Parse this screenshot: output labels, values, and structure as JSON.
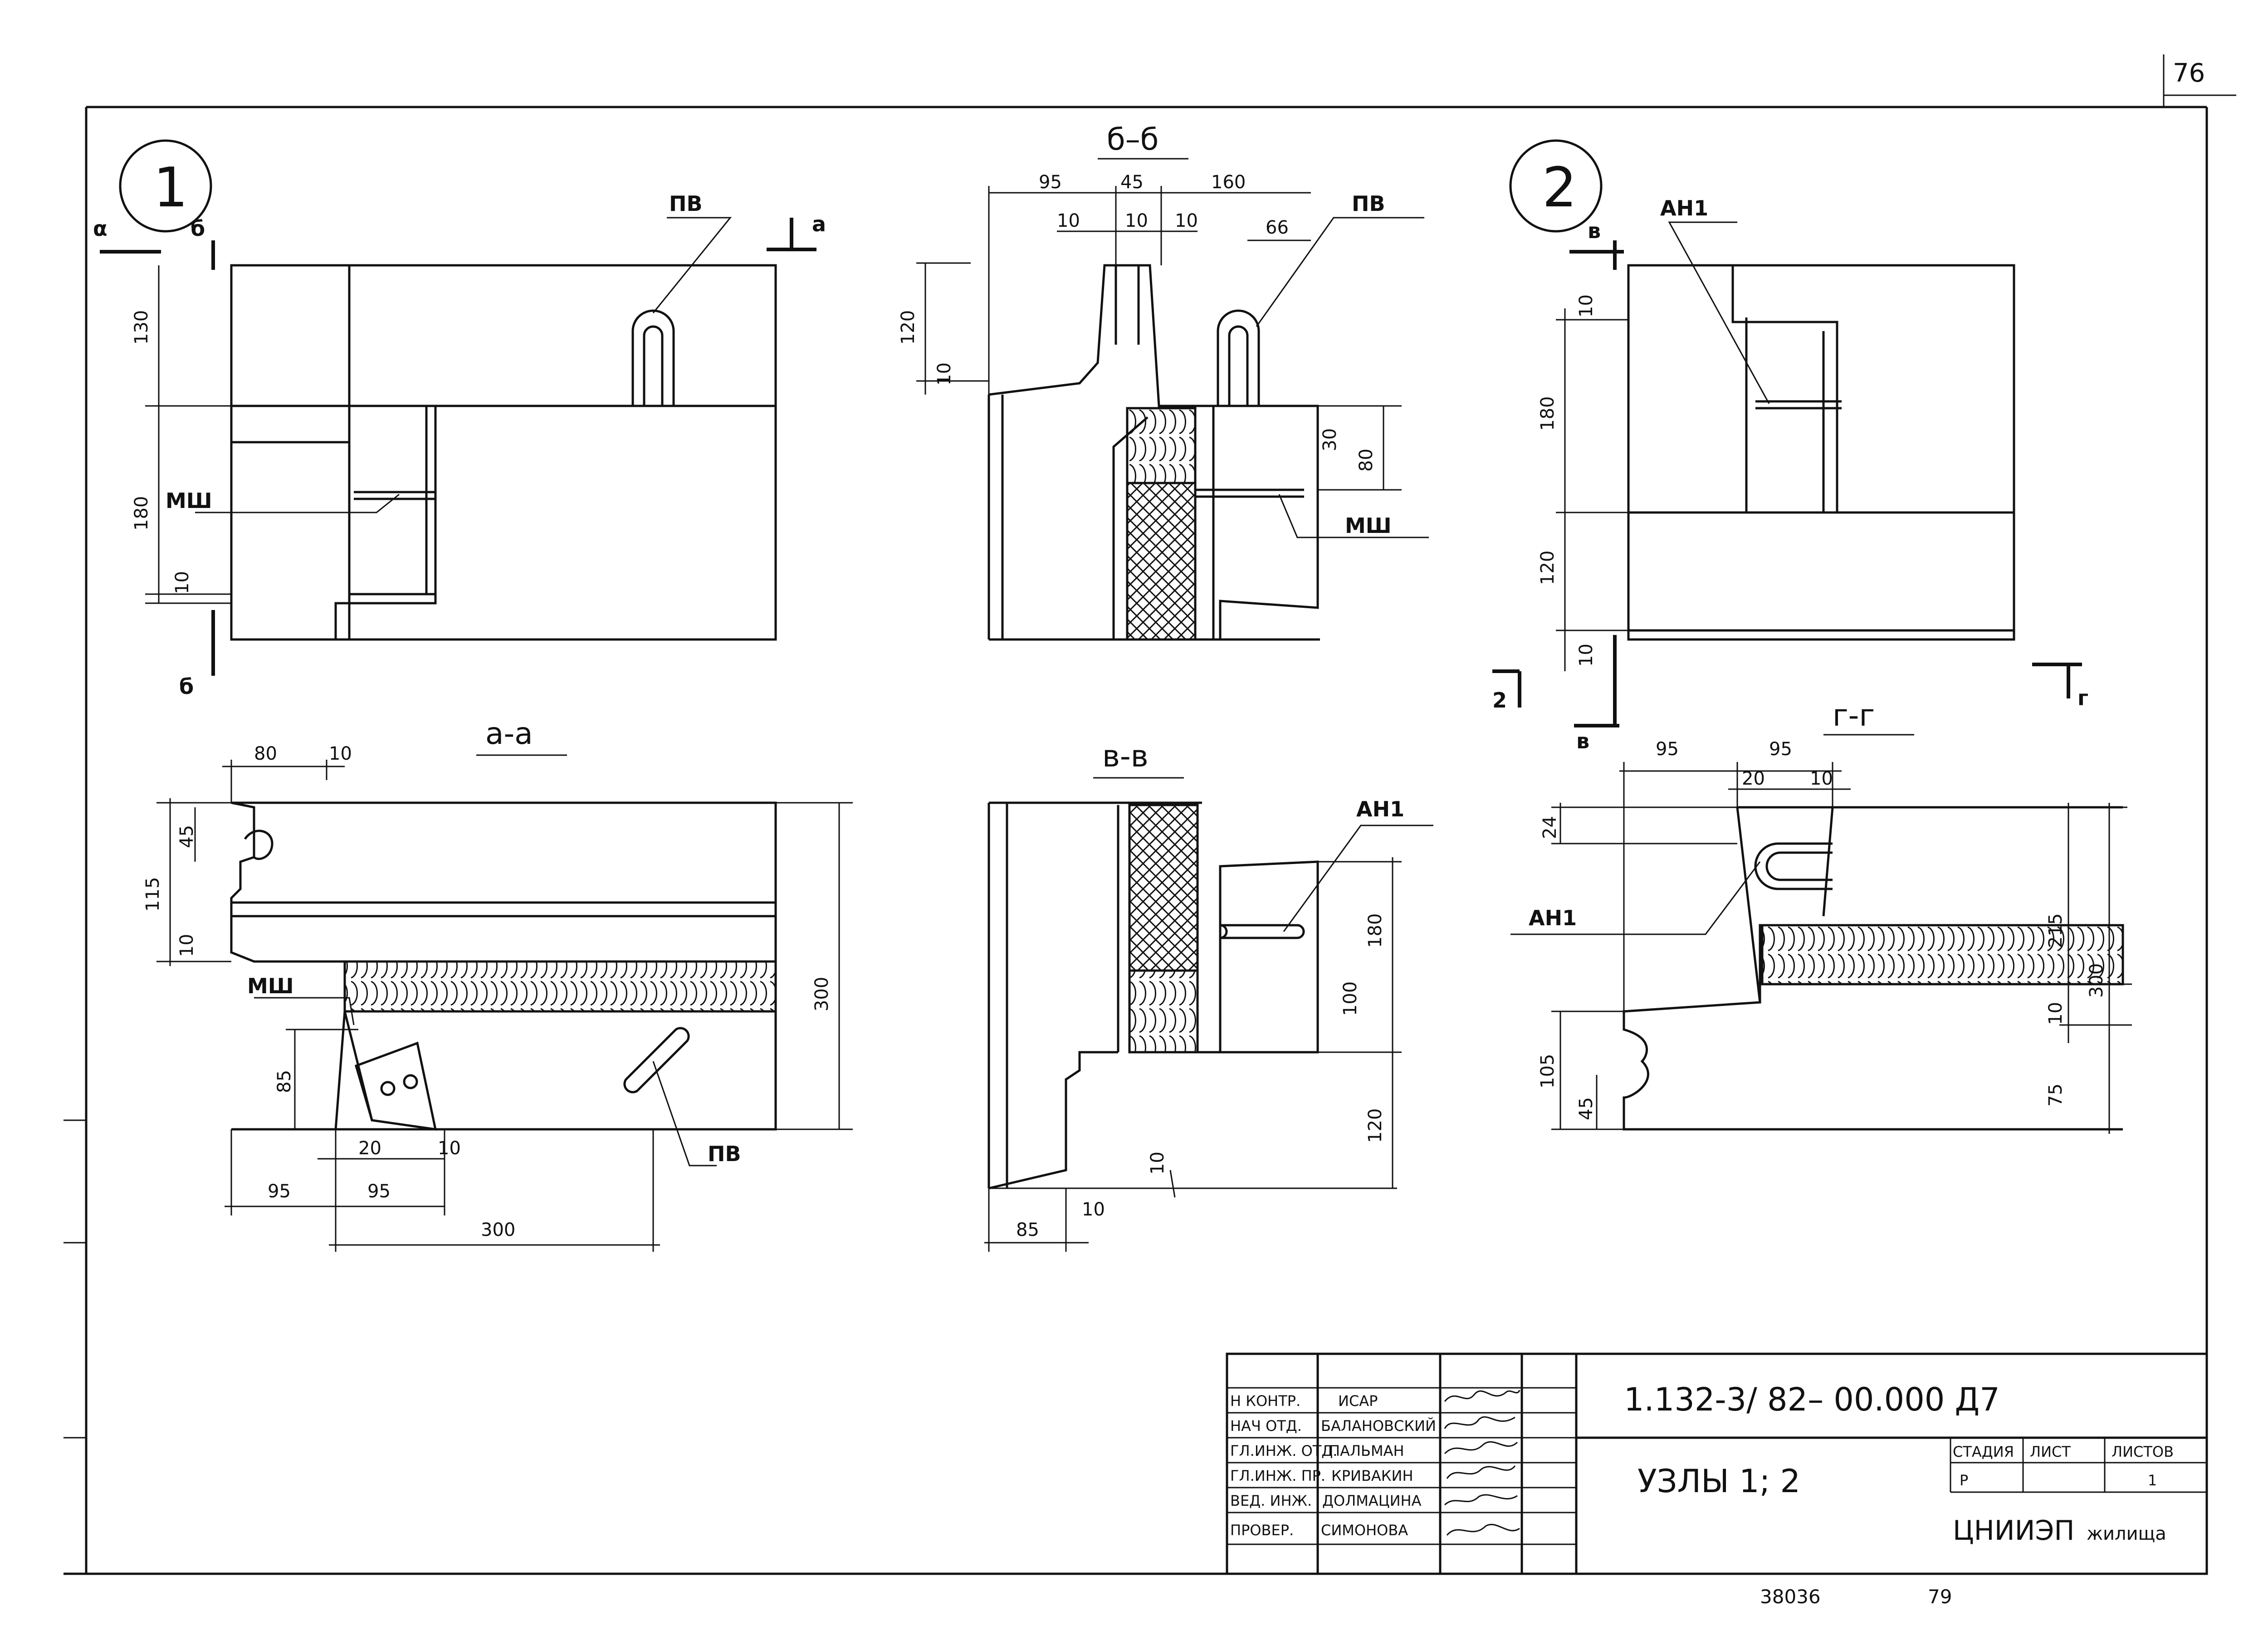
{
  "sheet": {
    "page_number": "76"
  },
  "node1": {
    "number": "1",
    "markers": {
      "left_a": "α",
      "left_b": "б",
      "right_a": "а",
      "bottom_b": "б"
    },
    "labels": {
      "pv": "ПВ",
      "msh": "МШ"
    },
    "dims": {
      "d130": "130",
      "d180": "180",
      "d10": "10"
    }
  },
  "section_bb": {
    "title": "б–б",
    "labels": {
      "pv": "ПВ",
      "msh": "МШ"
    },
    "dims": {
      "d95": "95",
      "d45": "45",
      "d160": "160",
      "d10a": "10",
      "d10b": "10",
      "d10c": "10",
      "d66": "66",
      "d120": "120",
      "d10d": "10",
      "d30": "30",
      "d80": "80"
    }
  },
  "node2": {
    "number": "2",
    "markers": {
      "top_v": "в",
      "bottom_v": "в",
      "left_g": "2",
      "right_g": "г"
    },
    "labels": {
      "an1": "АН1"
    },
    "dims": {
      "d10a": "10",
      "d180": "180",
      "d120": "120",
      "d10b": "10"
    }
  },
  "section_aa": {
    "title": "а-а",
    "labels": {
      "msh": "МШ",
      "pv": "ПВ"
    },
    "dims": {
      "d80": "80",
      "d10": "10",
      "d45": "45",
      "d115": "115",
      "d10b": "10",
      "d300v": "300",
      "d85": "85",
      "d20": "20",
      "d10c": "10",
      "d95a": "95",
      "d95b": "95",
      "d300h": "300"
    }
  },
  "section_vv": {
    "title": "в-в",
    "labels": {
      "an1": "АН1"
    },
    "dims": {
      "d180": "180",
      "d100": "100",
      "d120": "120",
      "d10a": "10",
      "d85": "85",
      "d10b": "10"
    }
  },
  "section_gg": {
    "title": "г-г",
    "labels": {
      "an1": "АН1"
    },
    "dims": {
      "d95a": "95",
      "d95b": "95",
      "d20": "20",
      "d10": "10",
      "d24": "24",
      "d215": "215",
      "d300": "300",
      "d10b": "10",
      "d105": "105",
      "d45": "45",
      "d75": "75"
    }
  },
  "title_block": {
    "roles": [
      "Н КОНТР.",
      "НАЧ ОТД.",
      "ГЛ.ИНЖ. ОТД.",
      "ГЛ.ИНЖ. ПР.",
      "ВЕД. ИНЖ.",
      "ПРОВЕР."
    ],
    "names": [
      "ИСАР",
      "БАЛАНОВСКИЙ",
      "ПАЛЬМАН",
      "КРИВАКИН",
      "ДОЛМАЦИНА",
      "СИМОНОВА"
    ],
    "designation": "1.132-3/ 82– 00.000  Д7",
    "sheet_title": "УЗЛЫ  1; 2",
    "stage_header": "СТАДИЯ",
    "sheet_header": "ЛИСТ",
    "sheets_header": "ЛИСТОВ",
    "stage_value": "Р",
    "sheet_value": "",
    "sheets_value": "1",
    "organization": "ЦНИИЭП",
    "organization_suffix": "жилища"
  },
  "footer": {
    "archive_no": "38036",
    "page": "79"
  }
}
